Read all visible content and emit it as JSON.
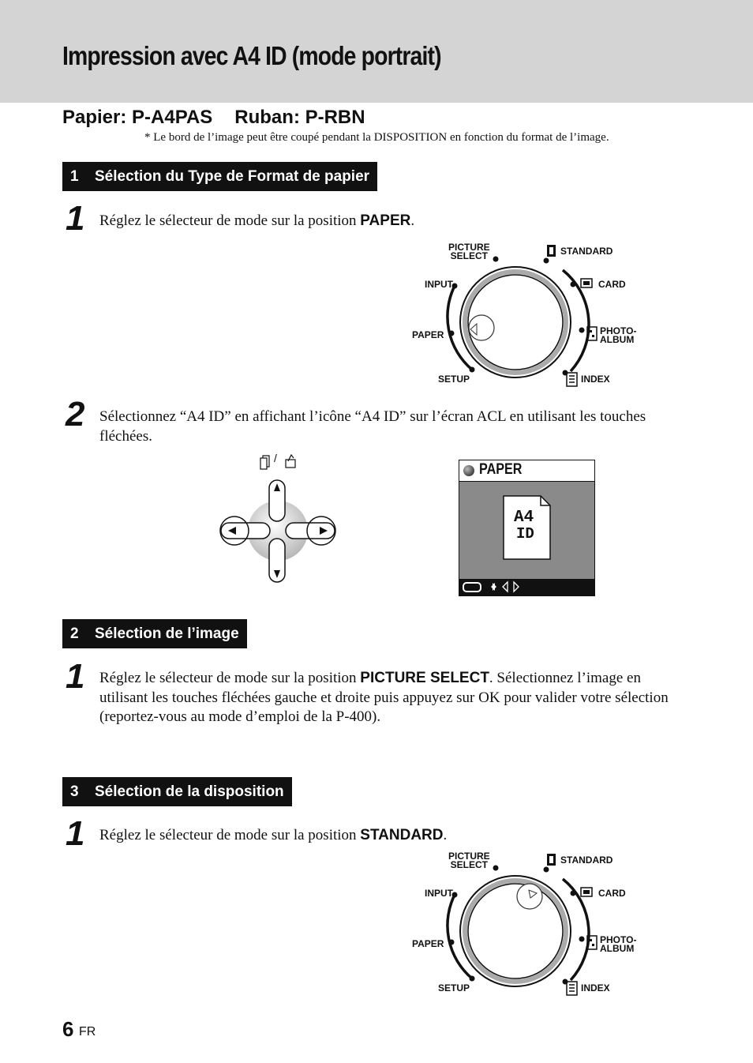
{
  "header": {
    "title": "Impression avec A4 ID (mode portrait)"
  },
  "subheading": {
    "paper": "Papier: P-A4PAS",
    "ribbon": "Ruban: P-RBN"
  },
  "note": "* Le bord de l’image peut être coupé pendant la DISPOSITION en fonction du format de l’image.",
  "sections": [
    {
      "num": "1",
      "title": "Sélection du Type de Format de papier",
      "steps": [
        {
          "num": "1",
          "text_before": "Réglez le sélecteur de mode sur la position ",
          "bold": "PAPER",
          "text_after": "."
        },
        {
          "num": "2",
          "text": "Sélectionnez “A4 ID” en affichant l’icône “A4 ID” sur l’écran ACL en utilisant les touches fléchées."
        }
      ]
    },
    {
      "num": "2",
      "title": "Sélection de l’image",
      "steps": [
        {
          "num": "1",
          "text_before": "Réglez le sélecteur de mode sur la position ",
          "bold": "PICTURE SELECT",
          "text_after": ". Sélectionnez l’image en utilisant les touches fléchées gauche et droite puis appuyez sur OK pour valider votre sélection (reportez-vous au mode d’emploi de la P-400)."
        }
      ]
    },
    {
      "num": "3",
      "title": "Sélection de la disposition",
      "steps": [
        {
          "num": "1",
          "text_before": "Réglez le sélecteur de mode sur la position ",
          "bold": "STANDARD",
          "text_after": "."
        }
      ]
    }
  ],
  "dial": {
    "picture_select_1": "PICTURE",
    "picture_select_2": "SELECT",
    "input": "INPUT",
    "paper": "PAPER",
    "setup": "SETUP",
    "standard": "STANDARD",
    "card": "CARD",
    "photo_album_1": "PHOTO-",
    "photo_album_2": "ALBUM",
    "index": "INDEX"
  },
  "lcd": {
    "mode_label": "PAPER",
    "icon_line1": "A4",
    "icon_line2": "ID"
  },
  "dpad": {
    "top_label_separator": "/"
  },
  "footer": {
    "page_number": "6",
    "language": "FR"
  }
}
